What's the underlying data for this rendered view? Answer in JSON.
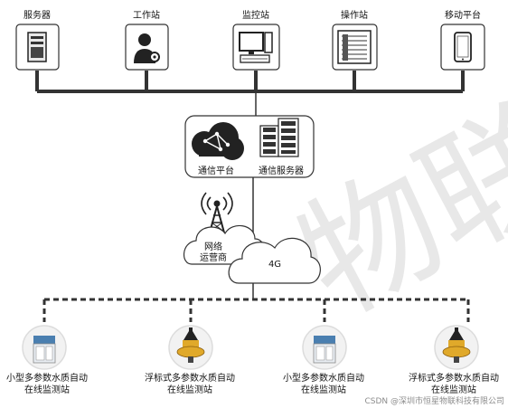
{
  "top_nodes": [
    {
      "id": "server",
      "label": "服务器",
      "icon": "server-tower-icon"
    },
    {
      "id": "workstation",
      "label": "工作站",
      "icon": "user-gear-icon"
    },
    {
      "id": "monitor",
      "label": "监控站",
      "icon": "desktop-computer-icon"
    },
    {
      "id": "operator",
      "label": "操作站",
      "icon": "control-panel-icon"
    },
    {
      "id": "mobile",
      "label": "移动平台",
      "icon": "smartphone-icon"
    }
  ],
  "center": {
    "platform_label": "通信平台",
    "server_label": "通信服务器",
    "platform_icon": "cloud-network-icon",
    "server_icon": "server-rack-icon"
  },
  "network": {
    "tower_icon": "radio-tower-icon",
    "operator_label_line1": "网络",
    "operator_label_line2": "运营商",
    "fourg_label": "4G"
  },
  "stations": [
    {
      "line1": "小型多参数水质自动",
      "line2": "在线监测站",
      "icon": "water-quality-cabinet-icon"
    },
    {
      "line1": "浮标式多参数水质自动",
      "line2": "在线监测站",
      "icon": "buoy-icon"
    },
    {
      "line1": "小型多参数水质自动",
      "line2": "在线监测站",
      "icon": "water-quality-cabinet-icon"
    },
    {
      "line1": "浮标式多参数水质自动",
      "line2": "在线监测站",
      "icon": "buoy-icon"
    }
  ],
  "watermark": {
    "text": "物联"
  },
  "credit": "CSDN @深圳市恒星物联科技有限公司",
  "colors": {
    "line": "#333333",
    "box_border": "#333333",
    "buoy": "#e0a92a"
  }
}
